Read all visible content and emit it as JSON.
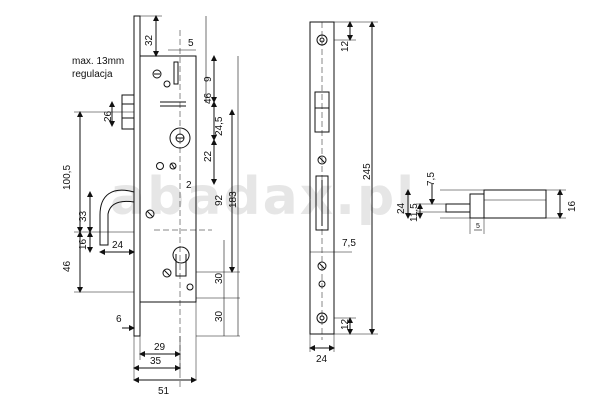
{
  "watermark": "abadax.pl",
  "notes": {
    "line1": "max. 13mm",
    "line2": "regulacja"
  },
  "colors": {
    "line": "#111111",
    "background": "#ffffff",
    "watermark": "#d2d2d2"
  },
  "front_view": {
    "dims": {
      "d32": "32",
      "d5": "5",
      "d9": "9",
      "d46": "46",
      "d26": "26",
      "d24_5": "24,5",
      "d22": "22",
      "d2": "2",
      "d100_5": "100,5",
      "d92": "92",
      "d183": "183",
      "d33": "33",
      "d16": "16",
      "d24": "24",
      "d46_low": "46",
      "d30_a": "30",
      "d30_b": "30",
      "d6": "6",
      "d29": "29",
      "d35": "35",
      "d51": "51"
    }
  },
  "side_view": {
    "dims": {
      "d12_top": "12",
      "d245": "245",
      "d7_5": "7,5",
      "d12_bot": "12",
      "d24": "24"
    }
  },
  "end_view": {
    "dims": {
      "d7_5": "7,5",
      "d24": "24",
      "d11_5": "11,5",
      "d5": "5",
      "d16": "16"
    }
  }
}
